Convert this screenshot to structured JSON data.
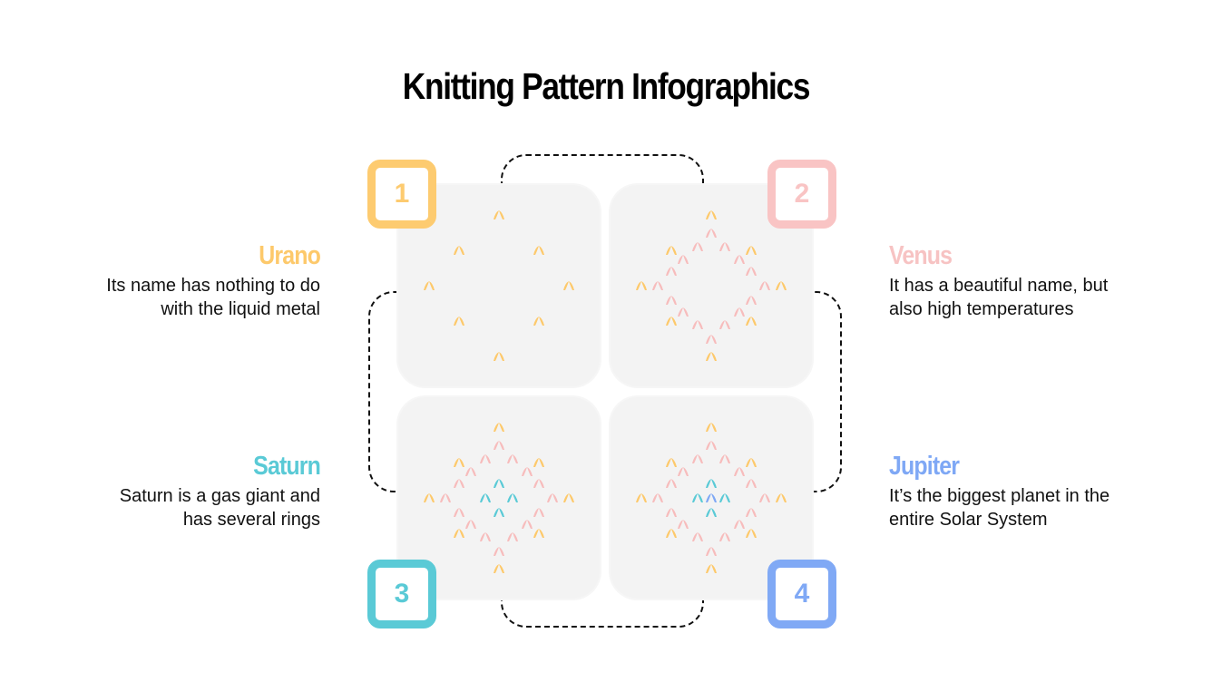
{
  "title": "Knitting Pattern Infographics",
  "colors": {
    "yellow": "#fdc96b",
    "pink": "#f7bcbc",
    "teal": "#5acad6",
    "blue": "#7fa8f5",
    "panel": "#f3f3f3",
    "dash": "#111111"
  },
  "items": [
    {
      "number": "1",
      "name": "Urano",
      "description_line1": "Its name has nothing to do",
      "description_line2": "with the liquid metal",
      "color": "#fdc96b"
    },
    {
      "number": "2",
      "name": "Venus",
      "description_line1": "It has a beautiful name, but",
      "description_line2": "also high temperatures",
      "color": "#f7c3c3"
    },
    {
      "number": "3",
      "name": "Saturn",
      "description_line1": "Saturn is a gas giant and",
      "description_line2": "has several rings",
      "color": "#5acad6"
    },
    {
      "number": "4",
      "name": "Jupiter",
      "description_line1": "It’s the biggest planet in the",
      "description_line2": "entire Solar System",
      "color": "#7fa8f5"
    }
  ],
  "patterns": {
    "step_x": 22,
    "step_y": 19.5,
    "panel1": [
      [
        0,
        -4,
        "yellow"
      ],
      [
        -2,
        -2,
        "yellow"
      ],
      [
        2,
        -2,
        "yellow"
      ],
      [
        -3.5,
        0,
        "yellow"
      ],
      [
        3.5,
        0,
        "yellow"
      ],
      [
        -2,
        2,
        "yellow"
      ],
      [
        2,
        2,
        "yellow"
      ],
      [
        0,
        4,
        "yellow"
      ]
    ],
    "panel2": [
      [
        0,
        -4,
        "yellow"
      ],
      [
        0,
        -3,
        "pink"
      ],
      [
        -2,
        -2,
        "yellow"
      ],
      [
        2,
        -2,
        "yellow"
      ],
      [
        -0.7,
        -2.2,
        "pink"
      ],
      [
        0.7,
        -2.2,
        "pink"
      ],
      [
        -1.4,
        -1.5,
        "pink"
      ],
      [
        1.4,
        -1.5,
        "pink"
      ],
      [
        -2,
        -0.8,
        "pink"
      ],
      [
        2,
        -0.8,
        "pink"
      ],
      [
        -3.5,
        0,
        "yellow"
      ],
      [
        3.5,
        0,
        "yellow"
      ],
      [
        -2.7,
        0,
        "pink"
      ],
      [
        2.7,
        0,
        "pink"
      ],
      [
        -2,
        0.8,
        "pink"
      ],
      [
        2,
        0.8,
        "pink"
      ],
      [
        -1.4,
        1.5,
        "pink"
      ],
      [
        1.4,
        1.5,
        "pink"
      ],
      [
        -2,
        2,
        "yellow"
      ],
      [
        2,
        2,
        "yellow"
      ],
      [
        -0.7,
        2.2,
        "pink"
      ],
      [
        0.7,
        2.2,
        "pink"
      ],
      [
        0,
        3,
        "pink"
      ],
      [
        0,
        4,
        "yellow"
      ]
    ],
    "panel3_center": [
      [
        0,
        -0.8,
        "teal"
      ],
      [
        -0.7,
        0,
        "teal"
      ],
      [
        0.7,
        0,
        "teal"
      ],
      [
        0,
        0.8,
        "teal"
      ]
    ],
    "panel4_center": [
      [
        0,
        -0.8,
        "teal"
      ],
      [
        -0.7,
        0,
        "teal"
      ],
      [
        0,
        0,
        "blue"
      ],
      [
        0.7,
        0,
        "teal"
      ],
      [
        0,
        0.8,
        "teal"
      ]
    ]
  }
}
